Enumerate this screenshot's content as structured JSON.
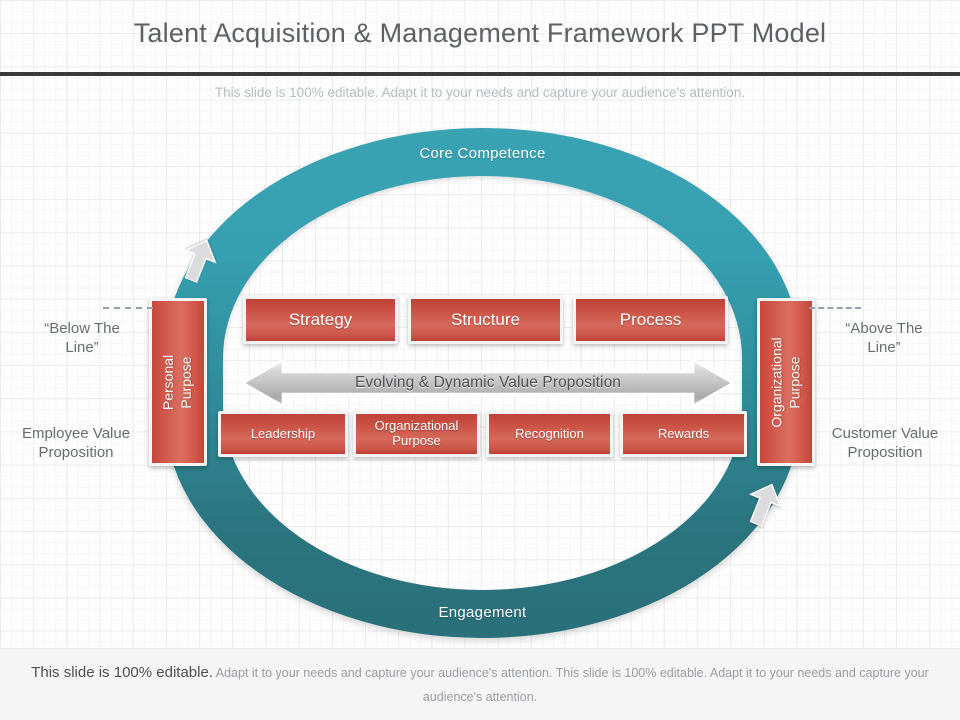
{
  "header": {
    "title": "Talent Acquisition & Management Framework PPT Model",
    "subtitle": "This slide is 100% editable. Adapt it to your needs and capture your audience's attention."
  },
  "diagram": {
    "ring": {
      "top_label": "Core Competence",
      "bottom_label": "Engagement",
      "top_color": "#39a3b4",
      "bottom_color": "#2a6f79",
      "arrow_left_icon": "curved-arrow-down-icon",
      "arrow_right_icon": "curved-arrow-up-icon"
    },
    "pillars": {
      "left": {
        "line1": "Personal",
        "line2": "Purpose"
      },
      "right": {
        "line1": "Organizational",
        "line2": "Purpose"
      }
    },
    "top_row": [
      {
        "label": "Strategy"
      },
      {
        "label": "Structure"
      },
      {
        "label": "Process"
      }
    ],
    "value_band": {
      "label": "Evolving & Dynamic Value Proposition",
      "icon": "double-headed-arrow-icon"
    },
    "bottom_row": [
      {
        "label": "Leadership"
      },
      {
        "label": "Organizational\nPurpose"
      },
      {
        "label": "Recognition"
      },
      {
        "label": "Rewards"
      }
    ],
    "annotations": {
      "below_the_line": "“Below The\nLine”",
      "above_the_line": "“Above The\nLine”",
      "employee_value": "Employee Value\nProposition",
      "customer_value": "Customer Value\nProposition"
    },
    "accent_red": "#c9473d",
    "accent_teal": "#2f8a98"
  },
  "footer": {
    "strong": "This slide is 100% editable.",
    "rest": " Adapt it to your needs and capture your audience's attention. This slide is 100% editable. Adapt it to your needs and capture your audience's attention."
  }
}
